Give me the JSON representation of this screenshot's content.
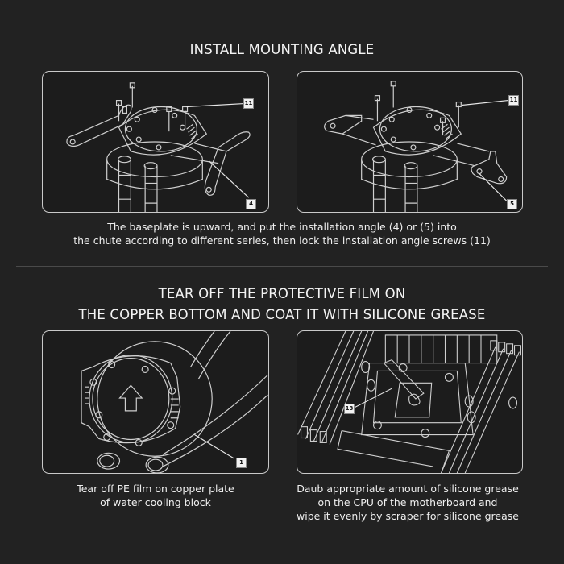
{
  "section1": {
    "heading": "INSTALL MOUNTING ANGLE",
    "panels": [
      {
        "callouts": [
          "11",
          "4"
        ],
        "illustration": "water-block-with-mounting-angle-4"
      },
      {
        "callouts": [
          "11",
          "5"
        ],
        "illustration": "water-block-with-mounting-angle-5"
      }
    ],
    "caption_line1": "The baseplate is upward, and put the installation angle (4) or (5) into",
    "caption_line2": "the chute according to different series, then lock the installation angle screws (11)"
  },
  "section2": {
    "heading_line1": "TEAR OFF THE PROTECTIVE FILM ON",
    "heading_line2": "THE COPPER BOTTOM AND COAT IT WITH SILICONE GREASE",
    "panels": [
      {
        "callouts": [
          "1"
        ],
        "illustration": "copper-plate-pe-film",
        "caption_line1": "Tear off PE film on copper plate",
        "caption_line2": "of water cooling block"
      },
      {
        "callouts": [
          "13"
        ],
        "illustration": "motherboard-cpu-grease-scraper",
        "caption_line1": "Daub appropriate amount of silicone grease",
        "caption_line2": "on the CPU of the motherboard and",
        "caption_line3": "wipe it evenly by scraper for silicone grease"
      }
    ]
  },
  "colors": {
    "background": "#222222",
    "line": "#d0d0d0",
    "text": "#f2f2f2"
  }
}
